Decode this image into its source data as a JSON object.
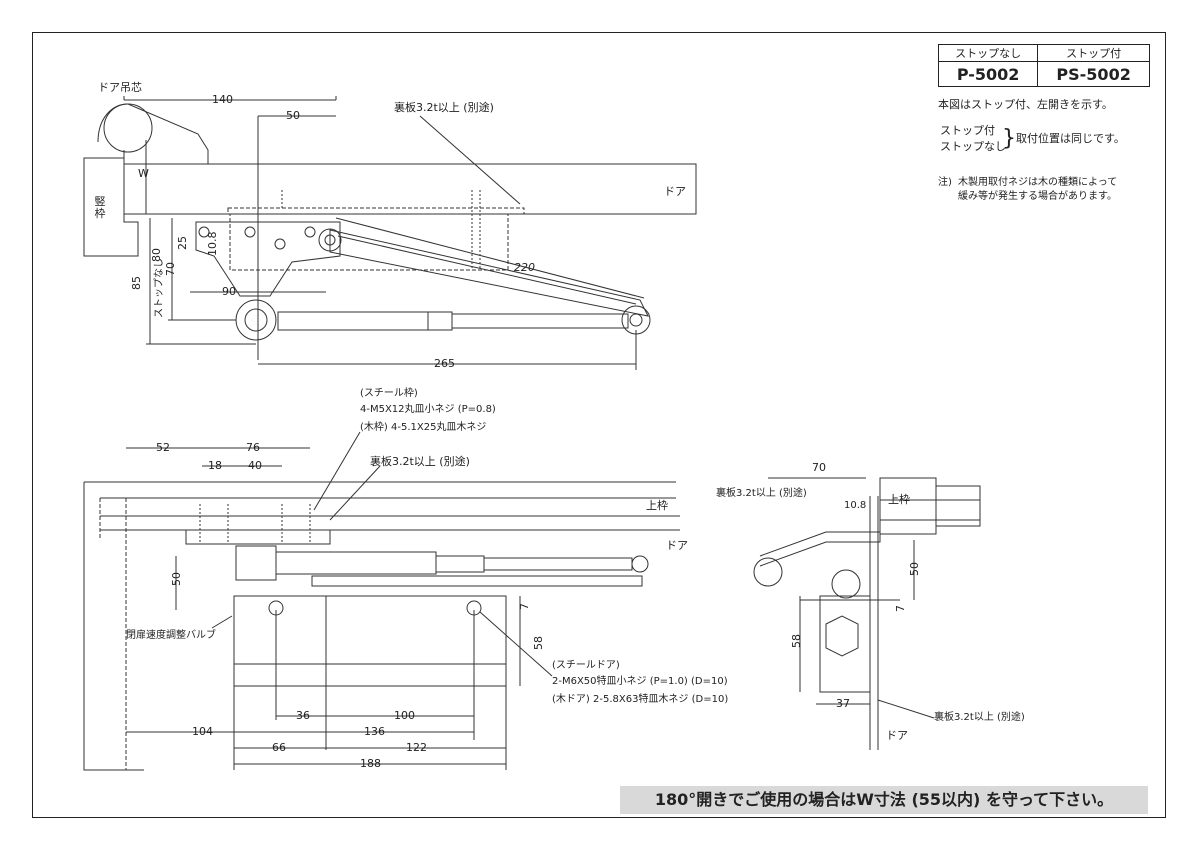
{
  "table": {
    "head_no_stop": "ストップなし",
    "head_stop": "ストップ付",
    "model_no_stop": "P-5002",
    "model_stop": "PS-5002"
  },
  "notes": {
    "line1": "本図はストップ付、左開きを示す。",
    "stop": "ストップ付",
    "no_stop": "ストップなし",
    "same_pos": "取付位置は同じです。",
    "note_label": "注)",
    "note1": "木製用取付ネジは木の種類によって",
    "note2": "緩み等が発生する場合があります。"
  },
  "top_view": {
    "door_pivot": "ドア吊芯",
    "dim_140": "140",
    "dim_50": "50",
    "backplate": "裏板3.2t以上 (別途)",
    "door": "ドア",
    "w": "W",
    "jamb": "竪枠",
    "dim_10_8": "10.8",
    "dim_25": "25",
    "dim_80": "80",
    "dim_70": "70",
    "dim_85": "85",
    "no_stop_label": "ストップなし",
    "dim_90": "90",
    "dim_220": "220",
    "dim_265": "265"
  },
  "front_view": {
    "steel_frame": "(スチール枠)",
    "screw_steel": "4-M5X12丸皿小ネジ (P=0.8)",
    "screw_wood": "(木枠) 4-5.1X25丸皿木ネジ",
    "backplate": "裏板3.2t以上 (別途)",
    "dim_52": "52",
    "dim_76": "76",
    "dim_18": "18",
    "dim_40": "40",
    "head_frame": "上枠",
    "door": "ドア",
    "dim_50": "50",
    "valve": "閉扉速度調整バルブ",
    "dim_7": "7",
    "dim_58": "58",
    "steel_door": "(スチールドア)",
    "screw_door_steel": "2-M6X50特皿小ネジ (P=1.0)  (D=10)",
    "screw_door_wood": "(木ドア) 2-5.8X63特皿木ネジ (D=10)",
    "dim_36": "36",
    "dim_100": "100",
    "dim_104": "104",
    "dim_136": "136",
    "dim_66": "66",
    "dim_122": "122",
    "dim_188": "188"
  },
  "side_view": {
    "dim_70": "70",
    "backplate_top": "裏板3.2t以上 (別途)",
    "dim_10_8": "10.8",
    "head_frame": "上枠",
    "dim_50": "50",
    "dim_7": "7",
    "dim_58": "58",
    "dim_37": "37",
    "backplate_bottom": "裏板3.2t以上 (別途)",
    "door": "ドア"
  },
  "footer": "180°開きでご使用の場合はW寸法 (55以内) を守って下さい。"
}
